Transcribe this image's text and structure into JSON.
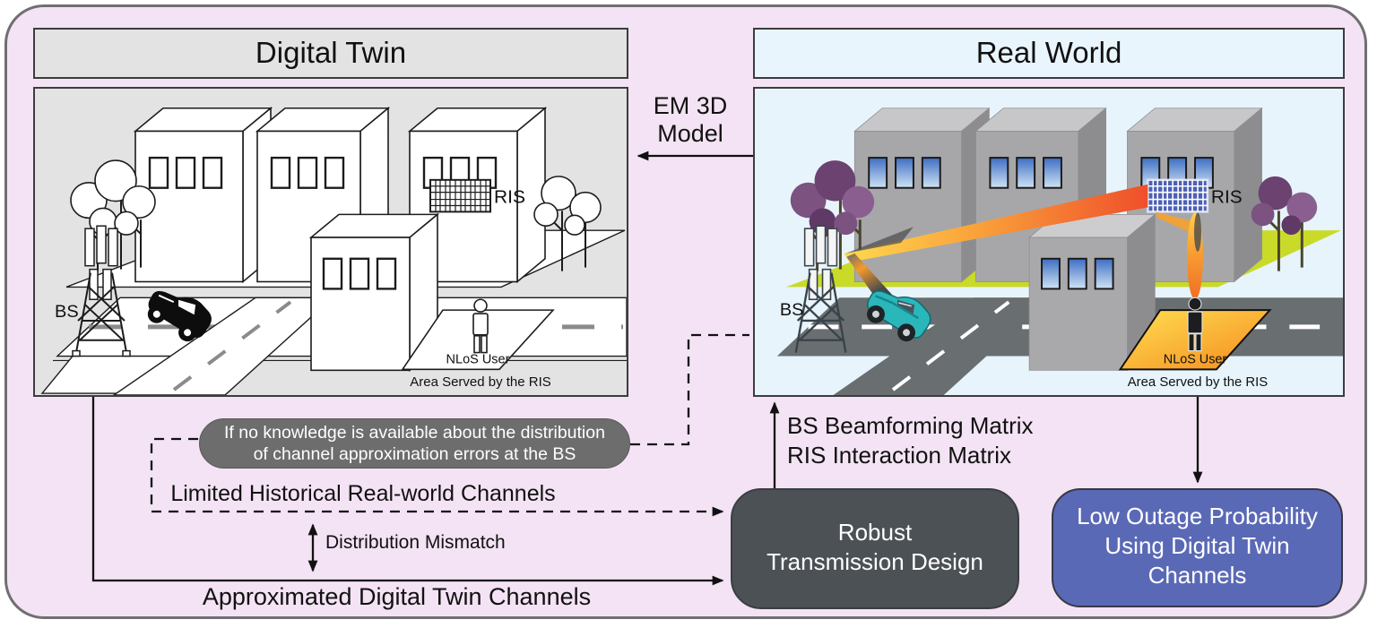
{
  "figure": {
    "background_color": "#f3e3f4",
    "border_color": "#6f6f73"
  },
  "digital_twin": {
    "title": "Digital Twin",
    "panel_color": "#e3e3e3",
    "bs_label": "BS",
    "ris_label": "RIS",
    "nlos_user_label": "NLoS User",
    "area_label": "Area Served by the RIS"
  },
  "real_world": {
    "title": "Real World",
    "panel_color": "#e7f4fc",
    "bs_label": "BS",
    "ris_label": "RIS",
    "nlos_user_label": "NLoS User",
    "area_label": "Area Served by the RIS"
  },
  "labels": {
    "em_model_line1": "EM 3D",
    "em_model_line2": "Model",
    "limited_channels": "Limited Historical Real-world Channels",
    "distribution_mismatch": "Distribution Mismatch",
    "approximated_channels": "Approximated Digital Twin Channels",
    "bs_beamforming": "BS Beamforming Matrix",
    "ris_interaction": "RIS Interaction Matrix"
  },
  "callout": {
    "line1": "If no knowledge is available about the distribution",
    "line2": "of channel approximation errors at the BS",
    "background_color": "#6d6d6d"
  },
  "robust_box": {
    "line1": "Robust",
    "line2": "Transmission Design",
    "background_color": "#4c5156"
  },
  "outcome_box": {
    "line1": "Low Outage Probability",
    "line2": "Using Digital Twin",
    "line3": "Channels",
    "background_color": "#5a69b6"
  },
  "scene_colors": {
    "ground_green": "#c9da29",
    "road_gray": "#696e71",
    "ris_blue": "#4c60b4",
    "tree_purple": "#7b5280",
    "car_teal": "#2bb6ba",
    "beam_orange": "#f79a30"
  }
}
